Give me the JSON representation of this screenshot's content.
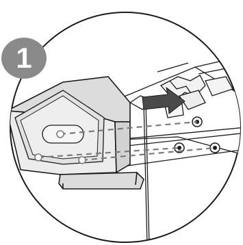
{
  "step": {
    "number": "1"
  },
  "parts": {
    "stand_base": "stand-base",
    "tv_back": "tv-back-panel",
    "screws": [
      "screw",
      "screw",
      "screw"
    ],
    "direction_arrow": "arrow-right"
  },
  "colors": {
    "badge": "#8a8a8a",
    "outline": "#1a1a1a",
    "base_fill": "#dcdcdc",
    "base_face": "#ececec",
    "arrow": "#4a4a4a",
    "guide_line": "#7a7a7a"
  }
}
